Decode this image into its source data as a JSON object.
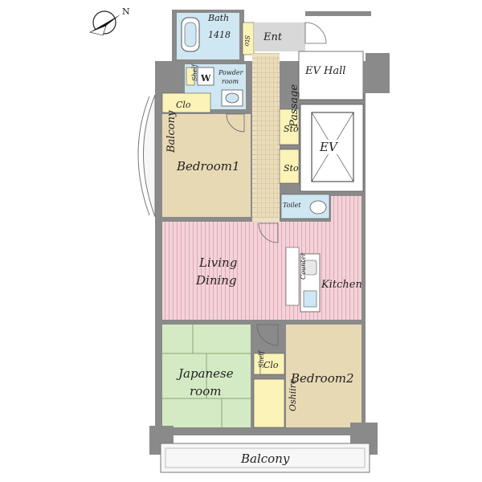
{
  "compass": {
    "north_label": "N"
  },
  "rooms": {
    "bath": "Bath",
    "bath_size": "1418",
    "sto_small": "Sto",
    "ent": "Ent",
    "ev_hall": "EV Hall",
    "washer": "W",
    "shelf": "Shelf",
    "powder_room_line1": "Powder",
    "powder_room_line2": "room",
    "clo_top": "Clo",
    "passage": "Passage",
    "sto_1": "Sto",
    "sto_2": "Sto",
    "ev": "EV",
    "balcony_side": "Balcony",
    "bedroom1": "Bedroom1",
    "toilet": "Toilet",
    "living_line1": "Living",
    "living_line2": "Dining",
    "counter": "Counter",
    "kitchen": "Kitchen",
    "japanese_line1": "Japanese",
    "japanese_line2": "room",
    "shelf_2": "Shelf",
    "clo_2": "Clo",
    "oshiire": "Oshiire",
    "bedroom2": "Bedroom2",
    "balcony_bottom": "Balcony"
  },
  "colors": {
    "wall": "#8a8a8a",
    "wood": "#e8d9b5",
    "wood_stripe": "#d6c29a",
    "pink": "#f3d3d9",
    "pink_stripe": "#e0a8b3",
    "tatami": "#d4eac4",
    "wet": "#cfe7f2",
    "closet": "#fbf3b7",
    "hall": "#f2f2f2",
    "balcony": "#f7f7f7"
  }
}
